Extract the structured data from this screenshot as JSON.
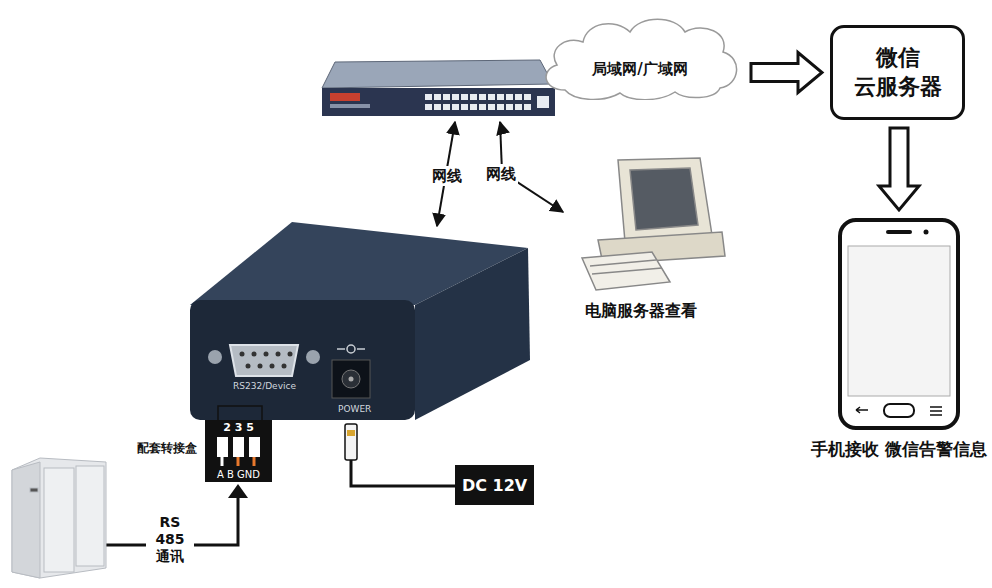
{
  "diagram": {
    "nodes": [
      {
        "text": [
          "局域网/广域网"
        ]
      },
      {
        "text": [
          "微信 云服务器"
        ]
      },
      {
        "text": [
          "手机接收 微信告警信息"
        ]
      },
      {
        "text": [
          "配套转接盒",
          "2 3 5",
          "A B GND"
        ]
      },
      {
        "text": [
          "DC 12V"
        ]
      }
    ],
    "edges": [
      {
        "from": 0,
        "to": 1,
        "arrow": "to"
      },
      {
        "from": 1,
        "to": 2,
        "arrow": "to"
      }
    ],
    "labels": [
      "网线",
      "网线",
      "电脑服务器查看",
      "RS232/Device",
      "POWER",
      "RS 485 通讯"
    ]
  }
}
